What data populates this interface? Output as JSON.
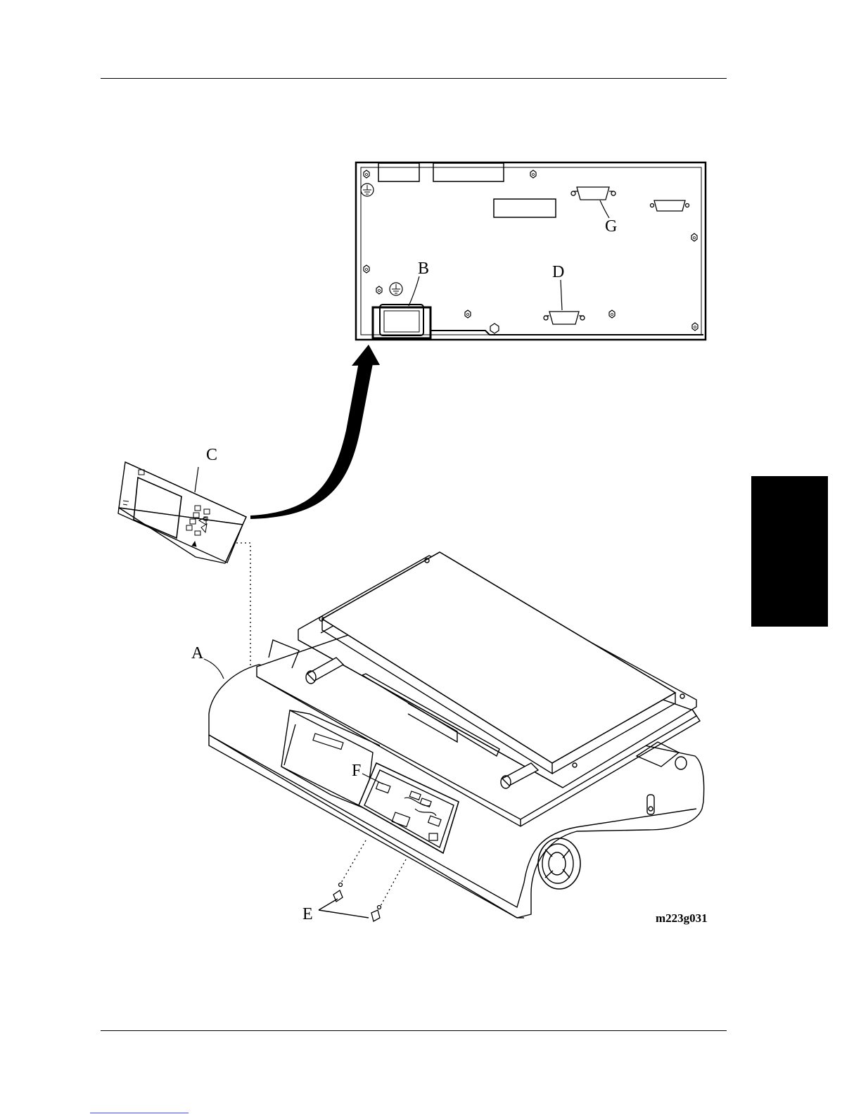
{
  "figure": {
    "callouts": {
      "A": "A",
      "B": "B",
      "C": "C",
      "D": "D",
      "E": "E",
      "F": "F",
      "G": "G"
    },
    "figure_id": "m223g031"
  },
  "colors": {
    "ink": "#000000",
    "paper": "#ffffff",
    "section_tab": "#000000"
  }
}
